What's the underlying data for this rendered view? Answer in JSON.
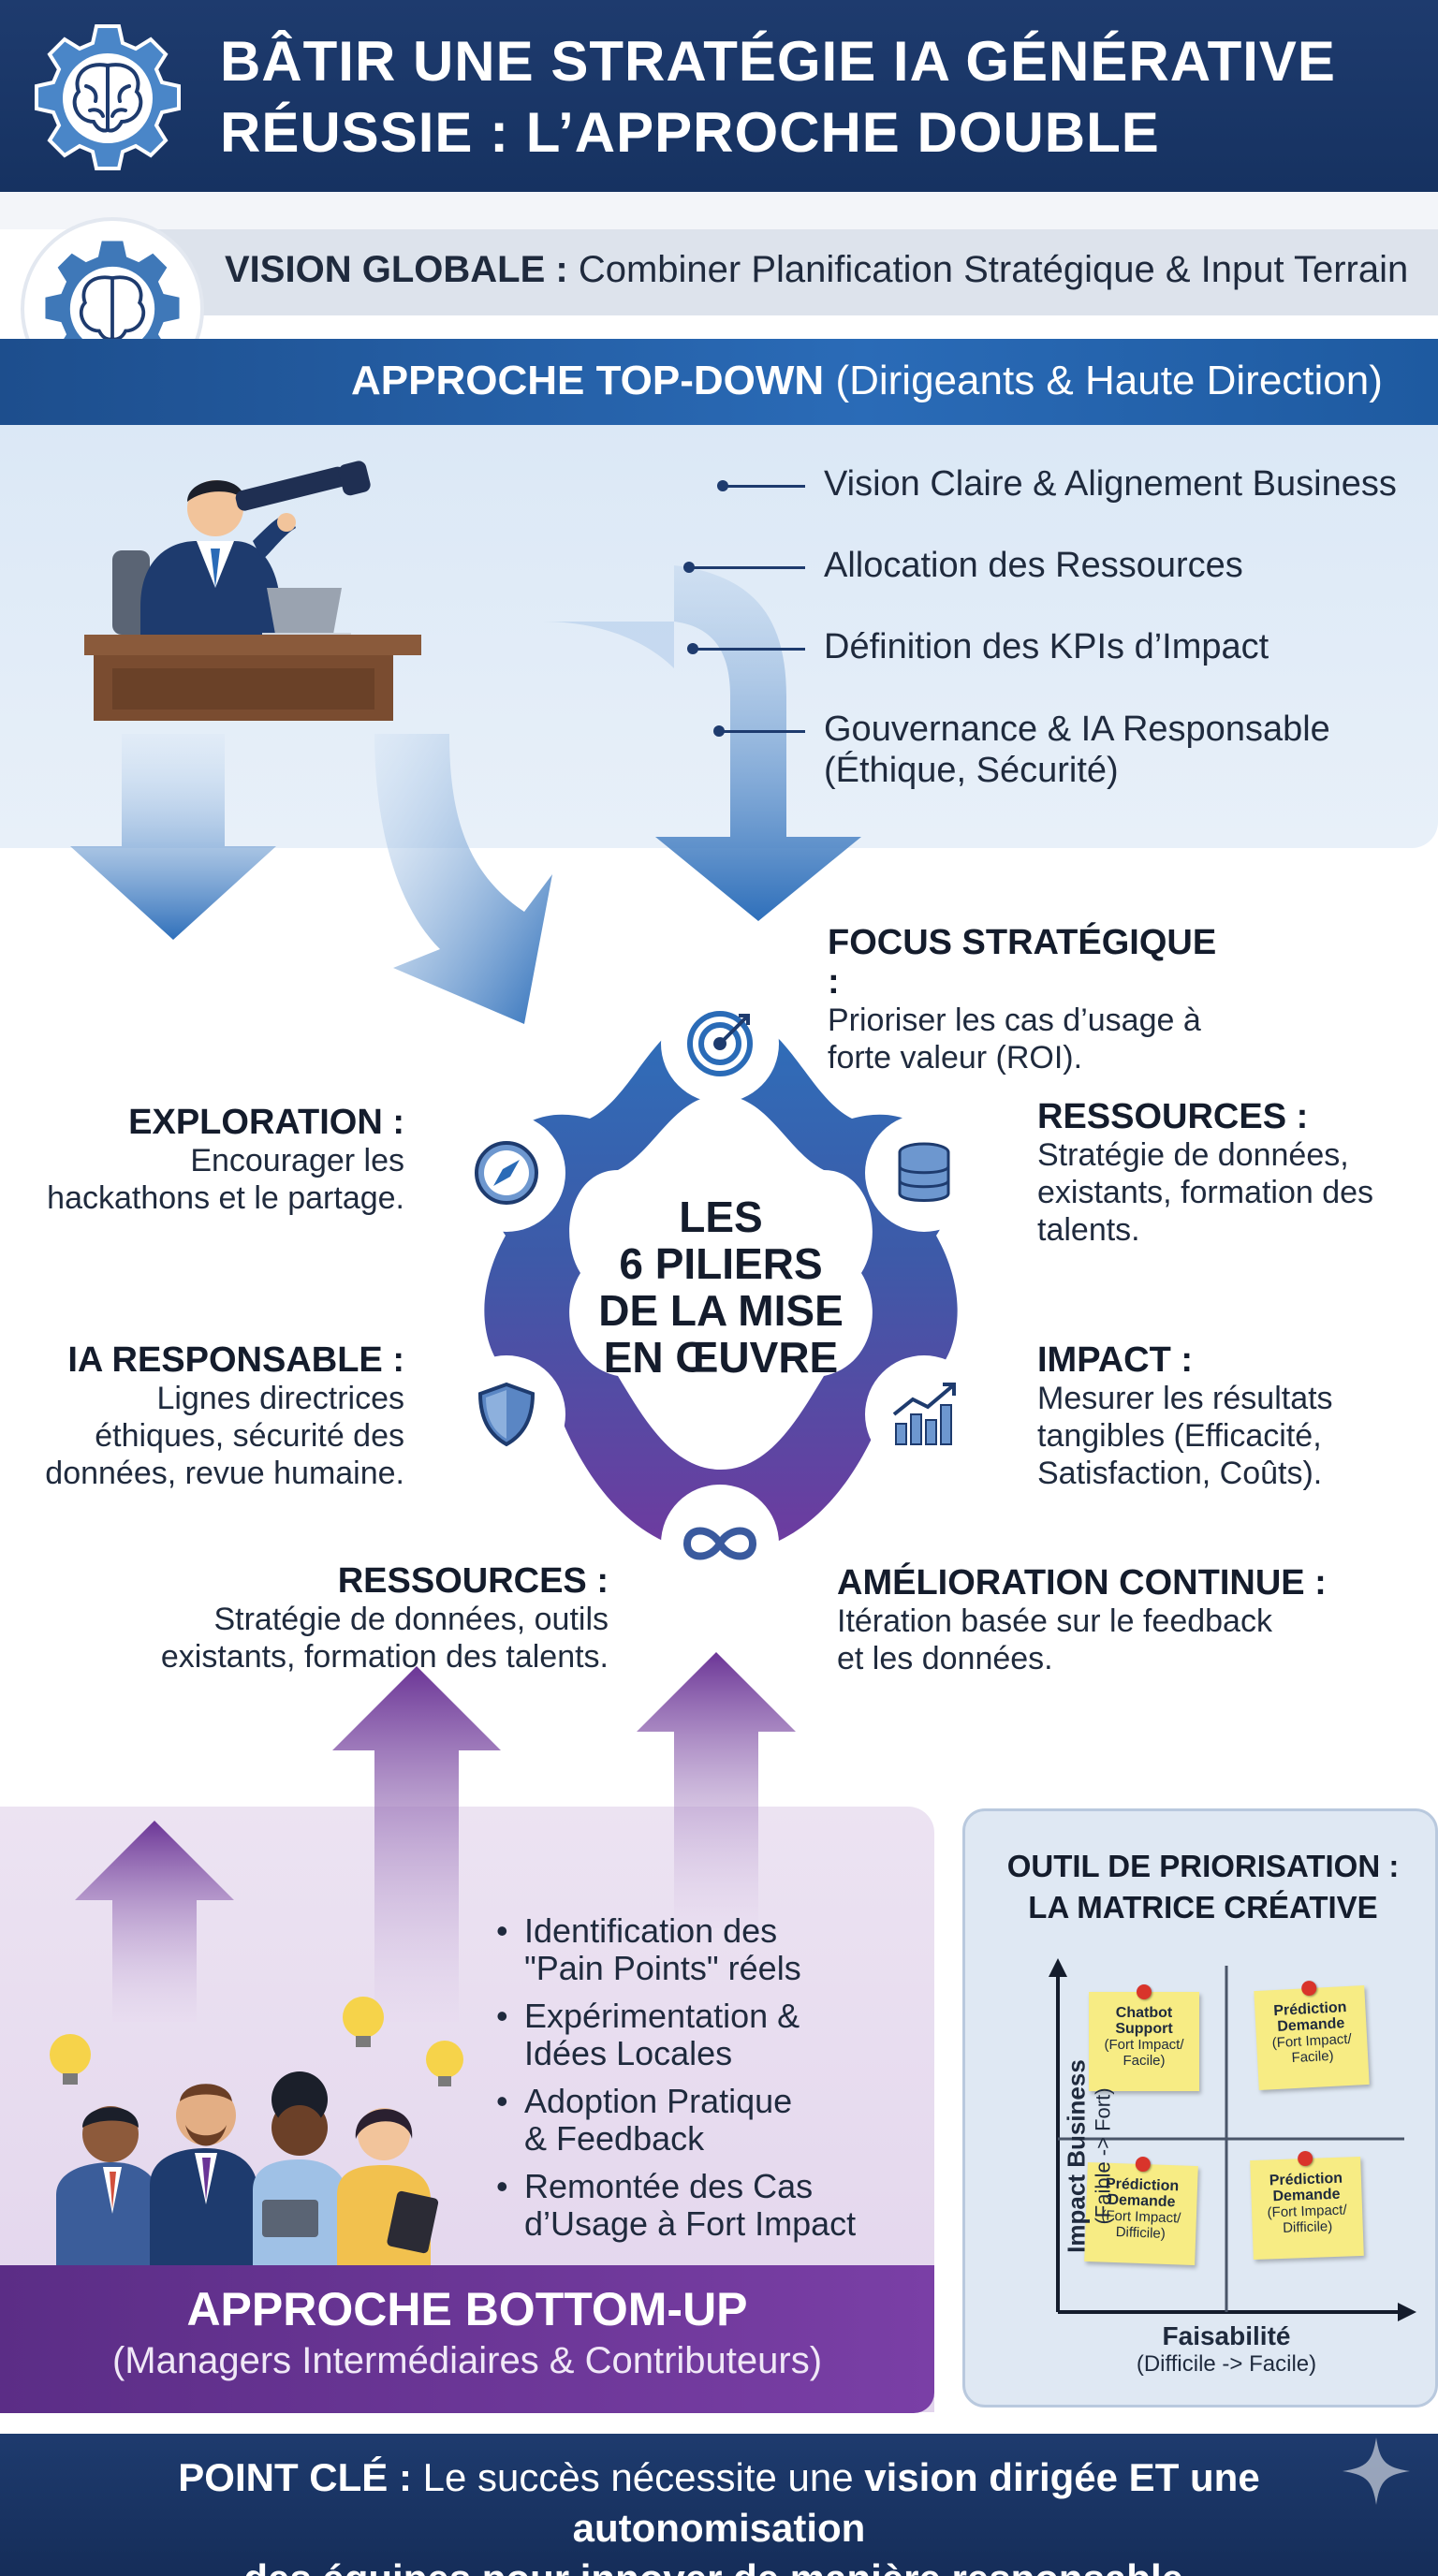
{
  "header": {
    "title_line1": "BÂTIR UNE STRATÉGIE IA GÉNÉRATIVE",
    "title_line2": "RÉUSSIE : L’APPROCHE DOUBLE",
    "icon": "brain-gear-icon"
  },
  "vision": {
    "label": "VISION GLOBALE :",
    "text": "Combiner Planification Stratégique & Input Terrain",
    "icon": "brain-gear-icon"
  },
  "top_down": {
    "title": "APPROCHE TOP-DOWN",
    "subtitle": "(Dirigeants & Haute Direction)",
    "items": [
      "Vision Claire & Alignement Business",
      "Allocation des Ressources",
      "Définition des KPIs d’Impact",
      "Gouvernance & IA Responsable",
      "(Éthique, Sécurité)"
    ],
    "illustration": "executive-with-telescope-illustration"
  },
  "pillars": {
    "center_lines": [
      "LES",
      "6 PILIERS",
      "DE LA MISE",
      "EN ŒUVRE"
    ],
    "focus": {
      "head": "FOCUS STRATÉGIQUE :",
      "body": [
        "Prioriser les cas d’usage à",
        "forte valeur (ROI)."
      ],
      "icon": "target-icon"
    },
    "ressources_right": {
      "head": "RESSOURCES :",
      "body": [
        "Stratégie de données,",
        "existants, formation des",
        "talents."
      ],
      "icon": "database-icon"
    },
    "impact": {
      "head": "IMPACT :",
      "body": [
        "Mesurer les résultats",
        "tangibles (Efficacité,",
        "Satisfaction, Coûts)."
      ],
      "icon": "growth-chart-icon"
    },
    "amelioration": {
      "head": "AMÉLIORATION CONTINUE :",
      "body": [
        "Itération basée sur le feedback",
        "et les données."
      ],
      "icon": "infinity-icon"
    },
    "ressources_left": {
      "head": "RESSOURCES :",
      "body": [
        "Stratégie de données, outils",
        "existants, formation des talents."
      ]
    },
    "ia_responsable": {
      "head": "IA RESPONSABLE :",
      "body": [
        "Lignes directrices",
        "éthiques, sécurité des",
        "données, revue humaine."
      ],
      "icon": "shield-icon"
    },
    "exploration": {
      "head": "EXPLORATION :",
      "body": [
        "Encourager les",
        "hackathons et le partage."
      ],
      "icon": "compass-icon"
    }
  },
  "bottom_up": {
    "title": "APPROCHE BOTTOM-UP",
    "subtitle": "(Managers Intermédiaires & Contributeurs)",
    "items": [
      [
        "Identification des",
        "\"Pain Points\" réels"
      ],
      [
        "Expérimentation &",
        "Idées Locales"
      ],
      [
        "Adoption Pratique",
        "& Feedback"
      ],
      [
        "Remontée des Cas",
        "d’Usage à Fort Impact"
      ]
    ],
    "illustration": "team-with-lightbulbs-illustration"
  },
  "matrix": {
    "title_line1": "OUTIL DE PRIORISATION :",
    "title_line2": "LA MATRICE CRÉATIVE",
    "y_label": "Impact Business",
    "y_sub": "(Faible -> Fort)",
    "x_label": "Faisabilité",
    "x_sub": "(Difficile -> Facile)",
    "notes": [
      {
        "title": [
          "Chatbot",
          "Support"
        ],
        "sub": [
          "(Fort Impact/",
          "Facile)"
        ]
      },
      {
        "title": [
          "Prédiction",
          "Demande"
        ],
        "sub": [
          "(Fort Impact/",
          "Facile)"
        ]
      },
      {
        "title": [
          "Prédiction",
          "Demande"
        ],
        "sub": [
          "(Fort Impact/",
          "Difficile)"
        ]
      },
      {
        "title": [
          "Prédiction",
          "Demande"
        ],
        "sub": [
          "(Fort Impact/",
          "Difficile)"
        ]
      }
    ]
  },
  "footer": {
    "label": "POINT CLÉ :",
    "text1": "Le succès nécessite une",
    "bold1": "vision dirigée ET une autonomisation",
    "bold2": "des équipes pour innover de manière responsable."
  },
  "colors": {
    "navy": "#1e3b6e",
    "blue": "#2a6bb7",
    "purple": "#6b3596",
    "light_blue": "#dbe8f6",
    "light_purple": "#e8dcf0"
  }
}
